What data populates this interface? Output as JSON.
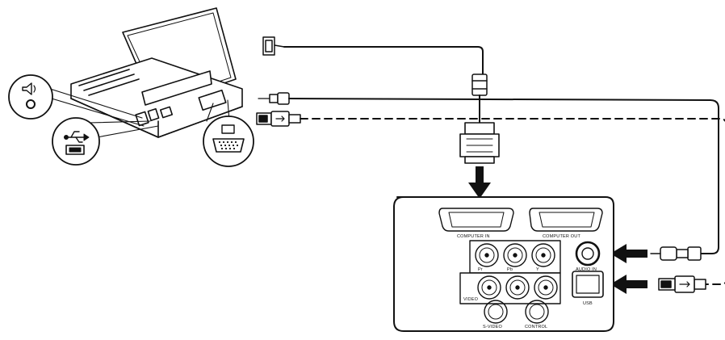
{
  "panel_labels": {
    "computer_in": "COMPUTER IN",
    "computer_out": "COMPUTER OUT",
    "audio_in": "AUDIO IN",
    "usb": "USB",
    "pr": "Pr",
    "pb": "Pb",
    "y": "Y",
    "video": "VIDEO",
    "s_video": "S-VIDEO",
    "control": "CONTROL"
  },
  "icons": {
    "laptop": "laptop-icon",
    "speaker": "speaker-icon",
    "usb_symbol": "usb-symbol-icon",
    "vga_port": "vga-port-icon"
  },
  "colors": {
    "line": "#111111",
    "background": "#ffffff"
  }
}
